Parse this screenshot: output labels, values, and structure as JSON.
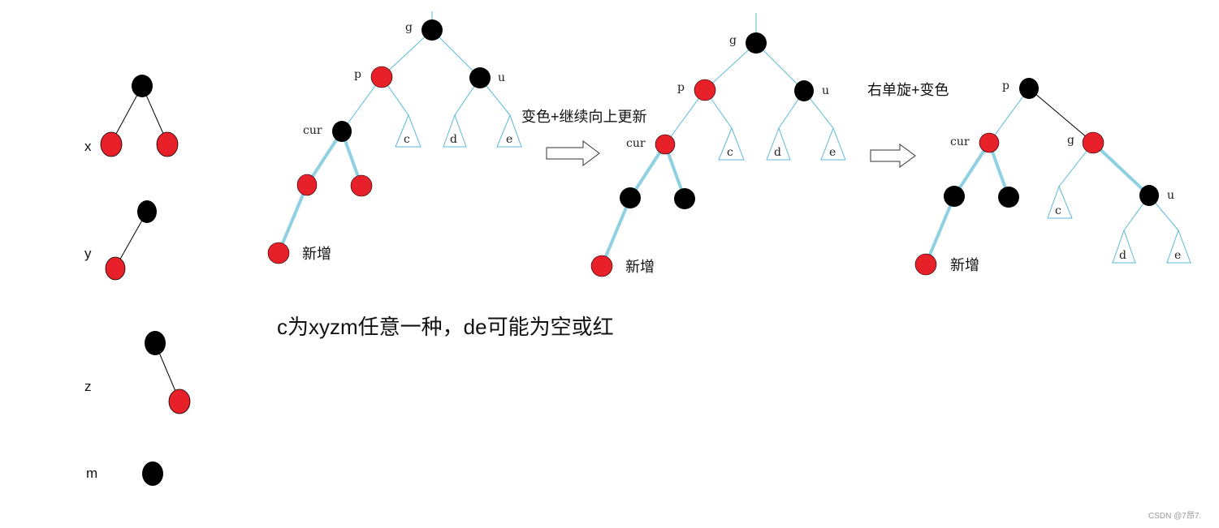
{
  "legend": {
    "x": "x",
    "y": "y",
    "z": "z",
    "m": "m"
  },
  "colors": {
    "red": "#e8202a",
    "black": "#000000",
    "edge": "#5bb8d8",
    "edge_thick": "#8fd0e3",
    "triangle": "#5bb8d8"
  },
  "tree1": {
    "g": "g",
    "p": "p",
    "u": "u",
    "cur": "cur",
    "c": "c",
    "d": "d",
    "e": "e",
    "new": "新增"
  },
  "step1_label": "变色+继续向上更新",
  "tree2": {
    "g": "g",
    "p": "p",
    "u": "u",
    "cur": "cur",
    "c": "c",
    "d": "d",
    "e": "e",
    "new": "新增"
  },
  "step2_label": "右单旋+变色",
  "tree3": {
    "p": "p",
    "g": "g",
    "u": "u",
    "cur": "cur",
    "c": "c",
    "d": "d",
    "e": "e",
    "new": "新增"
  },
  "caption": "c为xyzm任意一种，de可能为空或红",
  "watermark": "CSDN @7昂7."
}
